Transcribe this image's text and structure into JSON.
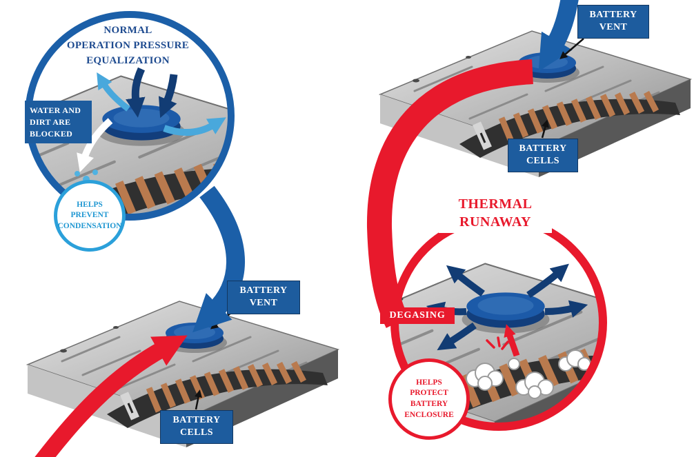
{
  "colors": {
    "blue_box": "#1d5c9e",
    "title_blue": "#1d4a8f",
    "badge_blue": "#2ba0da",
    "badge_text_blue": "#1f97d2",
    "navy": "#123c74",
    "sky": "#49a8dc",
    "red": "#e8192c"
  },
  "left_panel": {
    "magnifier_title": "NORMAL\nOPERATION PRESSURE\nEQUALIZATION",
    "blocked_label": "WATER AND\nDIRT ARE\nBLOCKED",
    "condensation_badge": "HELPS\nPREVENT\nCONDENSATION",
    "vent_label": "BATTERY\nVENT",
    "cells_label": "BATTERY\nCELLS"
  },
  "right_panel": {
    "vent_label": "BATTERY\nVENT",
    "cells_label": "BATTERY\nCELLS",
    "title": "THERMAL\nRUNAWAY",
    "degasing_label": "DEGASING",
    "protect_badge": "HELPS\nPROTECT\nBATTERY\nENCLOSURE"
  }
}
